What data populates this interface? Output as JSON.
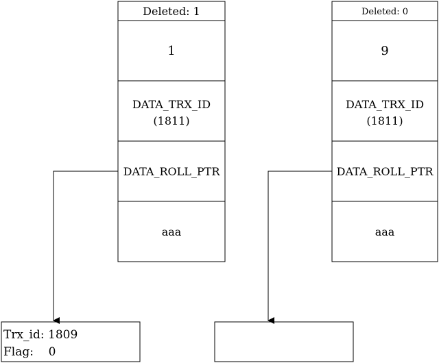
{
  "records": [
    {
      "header": "Deleted: 1",
      "value": "1",
      "trx_id_label": "DATA_TRX_ID",
      "trx_id_value": "(1811)",
      "roll_ptr_label": "DATA_ROLL_PTR",
      "data": "aaa"
    },
    {
      "header": "Deleted: 0",
      "value": "9",
      "trx_id_label": "DATA_TRX_ID",
      "trx_id_value": "(1811)",
      "roll_ptr_label": "DATA_ROLL_PTR",
      "data": "aaa"
    }
  ],
  "undo_records": [
    {
      "line1": "Trx_id: 1809",
      "line2": "Flag:    0"
    },
    {
      "line1": "",
      "line2": ""
    }
  ]
}
